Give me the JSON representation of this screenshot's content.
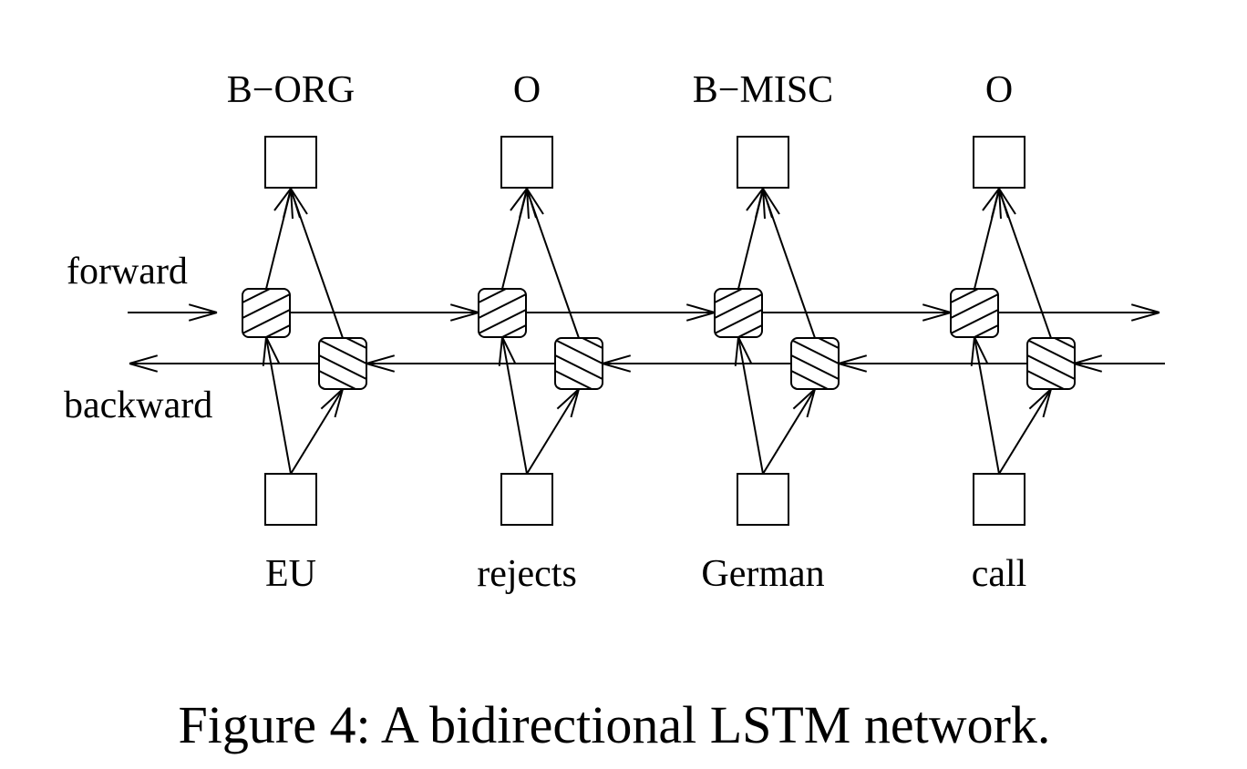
{
  "diagram": {
    "type": "bidirectional-lstm",
    "direction_labels": {
      "forward": "forward",
      "backward": "backward"
    },
    "timesteps": [
      {
        "input": "EU",
        "output": "B−ORG"
      },
      {
        "input": "rejects",
        "output": "O"
      },
      {
        "input": "German",
        "output": "B−MISC"
      },
      {
        "input": "call",
        "output": "O"
      }
    ],
    "colors": {
      "stroke": "#000000",
      "background": "#ffffff"
    }
  },
  "caption": "Figure 4: A bidirectional LSTM network."
}
